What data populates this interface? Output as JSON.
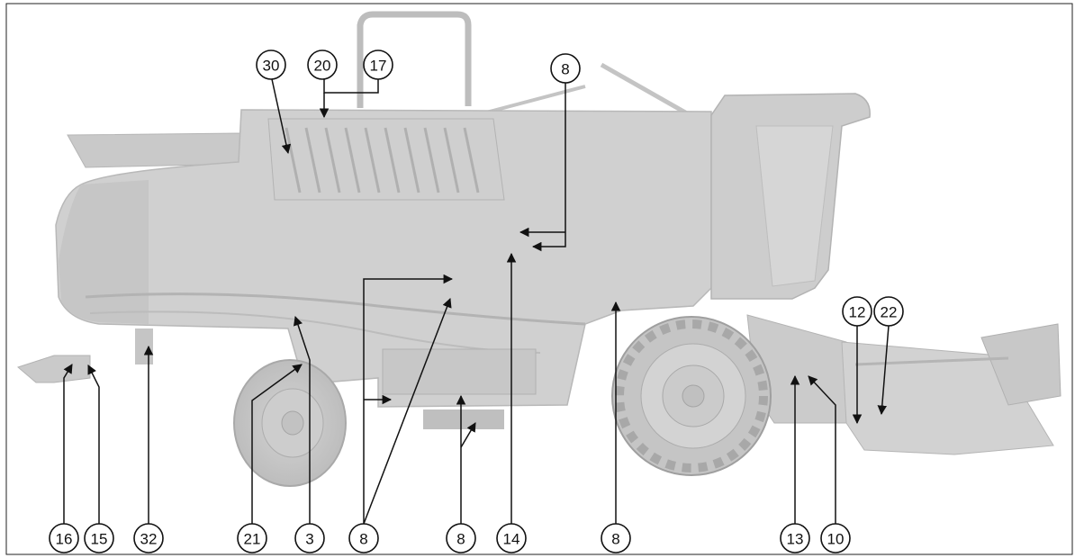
{
  "diagram": {
    "subject": "combine-harvester-side-view",
    "callouts": [
      {
        "id": "c30a",
        "label": "30"
      },
      {
        "id": "c20",
        "label": "20"
      },
      {
        "id": "c17",
        "label": "17"
      },
      {
        "id": "c8top",
        "label": "8"
      },
      {
        "id": "c12",
        "label": "12"
      },
      {
        "id": "c22",
        "label": "22"
      },
      {
        "id": "c16",
        "label": "16"
      },
      {
        "id": "c15",
        "label": "15"
      },
      {
        "id": "c32",
        "label": "32"
      },
      {
        "id": "c21",
        "label": "21"
      },
      {
        "id": "c3",
        "label": "3"
      },
      {
        "id": "c8a",
        "label": "8"
      },
      {
        "id": "c8b",
        "label": "8"
      },
      {
        "id": "c14",
        "label": "14"
      },
      {
        "id": "c8c",
        "label": "8"
      },
      {
        "id": "c13",
        "label": "13"
      },
      {
        "id": "c10",
        "label": "10"
      }
    ]
  }
}
